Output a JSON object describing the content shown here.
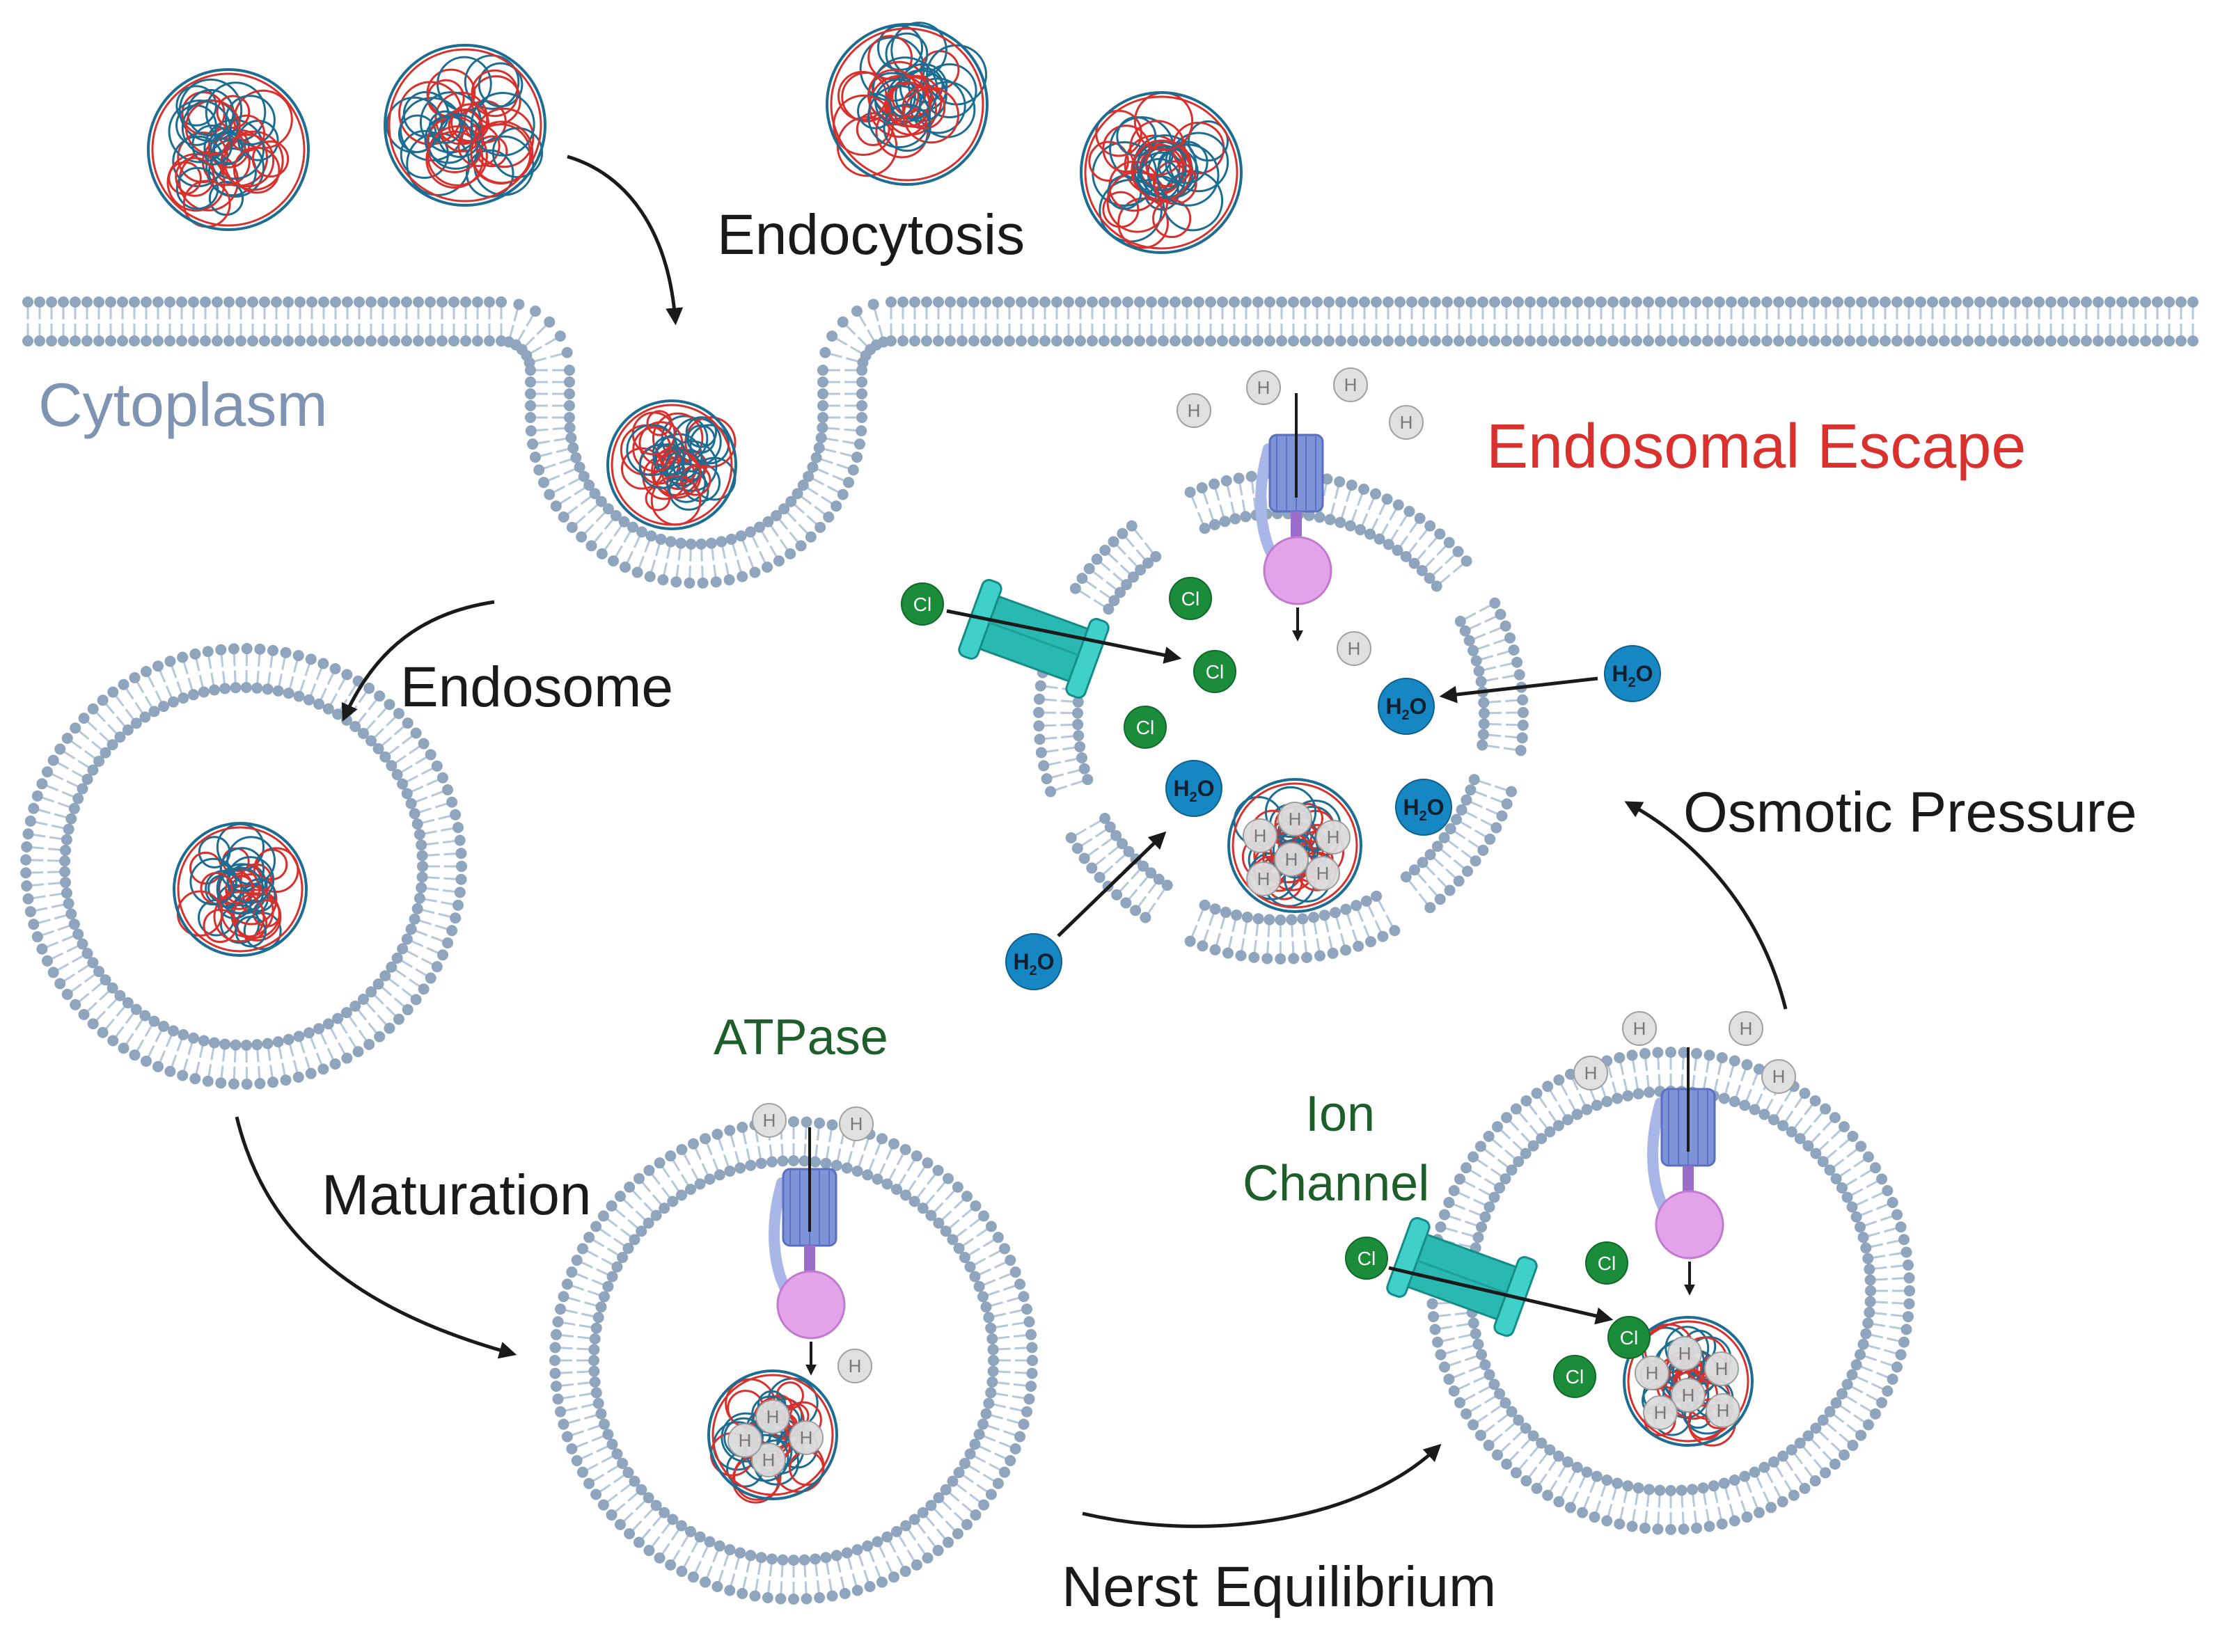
{
  "labels": {
    "endocytosis": "Endocytosis",
    "cytoplasm": "Cytoplasm",
    "endosome": "Endosome",
    "maturation": "Maturation",
    "atpase": "ATPase",
    "ion_channel_line1": "Ion",
    "ion_channel_line2": "Channel",
    "nernst": "Nerst Equilibrium",
    "osmotic": "Osmotic Pressure",
    "escape": "Endosomal Escape"
  },
  "ions": {
    "proton": "H",
    "chloride": "Cl",
    "water_main": "H",
    "water_sub": "2",
    "water_tail": "O"
  },
  "colors": {
    "label_dark": "#1a1a1a",
    "cytoplasm": "#7f93b3",
    "escape": "#d9322e",
    "green_label": "#1d5e2a",
    "membrane_head": "#8fa4bd",
    "membrane_tail": "#b5c8dc",
    "polymer_red": "#d8302c",
    "polymer_blue": "#1d6d92",
    "chloride": "#1a8c3a",
    "water": "#1787c4",
    "proton_fill": "#e0e0e0",
    "channel": "#2ab8b3",
    "atpase_blue": "#7f93d9",
    "atpase_pink": "#e3a4ea",
    "arrow": "#1a1a1a"
  }
}
